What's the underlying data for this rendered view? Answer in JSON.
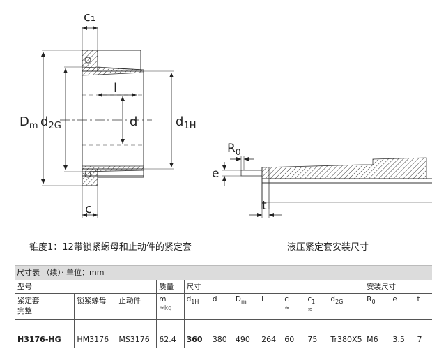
{
  "left_diagram": {
    "labels": {
      "c1": "c₁",
      "l": "l",
      "Dm_main": "D",
      "Dm_sub": "m",
      "d2G_main": "d",
      "d2G_sub": "2G",
      "d": "d",
      "d1H_main": "d",
      "d1H_sub": "1H",
      "c": "c"
    },
    "caption": "锥度1：12带锁紧螺母和止动件的紧定套"
  },
  "right_diagram": {
    "labels": {
      "R0_main": "R",
      "R0_sub": "0",
      "e": "e",
      "t": "t"
    },
    "caption": "液压紧定套安装尺寸"
  },
  "table": {
    "title": "尺寸表 （续）· 单位：mm",
    "group_headers": {
      "model": "型号",
      "mass": "质量",
      "dimensions": "尺寸",
      "mounting": "安装尺寸"
    },
    "columns": {
      "sleeve": [
        "紧定套",
        "完整"
      ],
      "locknut": "锁紧螺母",
      "lockwasher": "止动件",
      "mass_sym": "m",
      "mass_unit": "≈kg",
      "d1H": {
        "main": "d",
        "sub": "1H"
      },
      "d": "d",
      "Dm": {
        "main": "D",
        "sub": "m"
      },
      "l": "l",
      "c": {
        "main": "c",
        "approx": "≈"
      },
      "c1": {
        "main": "c",
        "sub": "1",
        "approx": "≈"
      },
      "d2G": {
        "main": "d",
        "sub": "2G"
      },
      "R0": {
        "main": "R",
        "sub": "0"
      },
      "e": "e",
      "t": "t"
    },
    "rows": [
      {
        "sleeve": "H3176-HG",
        "locknut": "HM3176",
        "lockwasher": "MS3176",
        "mass": "62.4",
        "d1H": "360",
        "d": "380",
        "Dm": "490",
        "l": "264",
        "c": "60",
        "c1": "75",
        "d2G": "Tr380X5",
        "R0": "M6",
        "e": "3.5",
        "t": "7"
      }
    ]
  }
}
